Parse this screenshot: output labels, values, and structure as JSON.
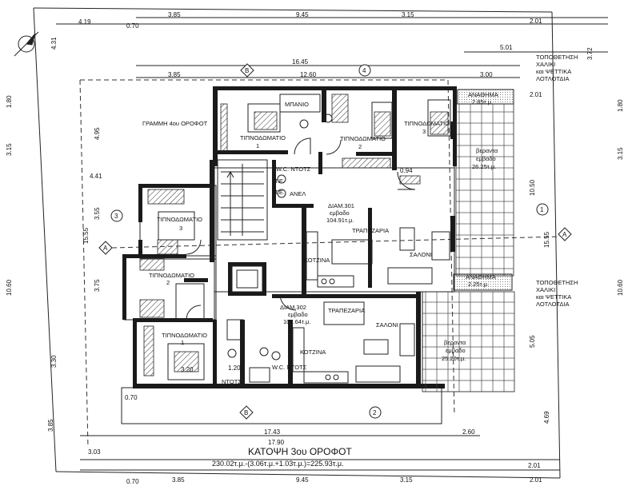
{
  "title": "ΚΑΤΟΨΗ 3ου ΟΡΟΦΟΤ",
  "area_formula": "230.02τ.μ.-(3.06τ.μ.+1.03τ.μ.)=225.93τ.μ.",
  "floor_note": "ΓΡΑΜΜΗ 4ου ΟΡΟΦΟΤ",
  "planter_note": [
    "ΤΟΠΟΘΕΤΗΣΗ",
    "ΧΑΛΙΚΙ",
    "και ΨΕΤΤΙΚΑ",
    "ΛΟΤΛΟΤΔΙΑ"
  ],
  "apartment_301": {
    "name": "ΔΙΑΜ.301",
    "label": "εμβαδο",
    "area": "104.91τ.μ."
  },
  "apartment_302": {
    "name": "ΔΙΑΜ.302",
    "label": "εμβαδο",
    "area": "101.64τ.μ."
  },
  "rooms": {
    "bed1_a": "ΤΙΠΝΟΔΩΜΑΤΙΟ",
    "bed1_a_num": "1",
    "bed2_a": "ΤΙΠΝΟΔΩΜΑΤΙΟ",
    "bed2_a_num": "2",
    "bed3_a": "ΤΙΠΝΟΔΩΜΑΤΙΟ",
    "bed3_a_num": "3",
    "bath_a": "ΜΠΑΝΙΟ",
    "wc_a": "W.C. ΝΤΟΤΣ",
    "dining_a": "ΤΡΑΠΕΖΑΡΙΑ",
    "living_a": "ΣΑΛΟΝΙ",
    "kitchen_a": "ΚΟΤΖΙΝΑ",
    "bed3_b": "ΤΙΠΝΟΔΩΜΑΤΙΟ",
    "bed3_b_num": "3",
    "bed2_b": "ΤΙΠΝΟΔΩΜΑΤΙΟ",
    "bed2_b_num": "2",
    "bed1_b": "ΤΙΠΝΟΔΩΜΑΤΙΟ",
    "bed1_b_num": "1",
    "dining_b": "ΤΡΑΠΕΖΑΡΙΑ",
    "living_b": "ΣΑΛΟΝΙ",
    "kitchen_b": "ΚΟΤΖΙΝΑ",
    "wc_b": "W.C. ΝΤΟΤΣ",
    "ntots_b": "ΝΤΟΤΣ"
  },
  "verandas": {
    "v1": {
      "name": "βεραντα",
      "label": "εμβαδο",
      "area": "26.25τ.μ."
    },
    "v2": {
      "name": "βεραντα",
      "label": "εμβαδο",
      "area": "25.20τ.μ."
    },
    "a1": {
      "name": "ΑΝΑΘΗΜΑ",
      "area": "2.85τ.μ."
    },
    "a2": {
      "name": "ΑΝΑΘΗΜΑ",
      "area": "2.25τ.μ."
    }
  },
  "dims_top": [
    "4.19",
    "3.85",
    "9.45",
    "3.15",
    "2.01"
  ],
  "dims_top2": [
    "0.70",
    "5.01"
  ],
  "dims_mid": [
    "16.45",
    "3.85",
    "12.60",
    "3.00"
  ],
  "dims_bottom": [
    "17.43",
    "17.90",
    "2.60",
    "3.03",
    "2.01"
  ],
  "dims_bottom2": [
    "0.70",
    "3.85",
    "9.45",
    "3.15",
    "2.01"
  ],
  "dims_left": [
    "4.31",
    "1.80",
    "4.95",
    "3.15",
    "4.41",
    "3.55",
    "15.55",
    "3.75",
    "10.60",
    "3.30",
    "3.85",
    "0.70"
  ],
  "dims_right": [
    "3.72",
    "2.01",
    "1.80",
    "3.15",
    "10.50",
    "15.55",
    "10.60",
    "5.05",
    "4.69"
  ],
  "dims_misc": [
    "0.94",
    "1.20",
    "3.20"
  ],
  "axis_markers": [
    "A",
    "B",
    "1",
    "2",
    "3",
    "4"
  ],
  "small_labels": {
    "te": "Τ.Ε.",
    "te2": "Τ.Ε.",
    "anel": "ΑΝΕΛ"
  }
}
